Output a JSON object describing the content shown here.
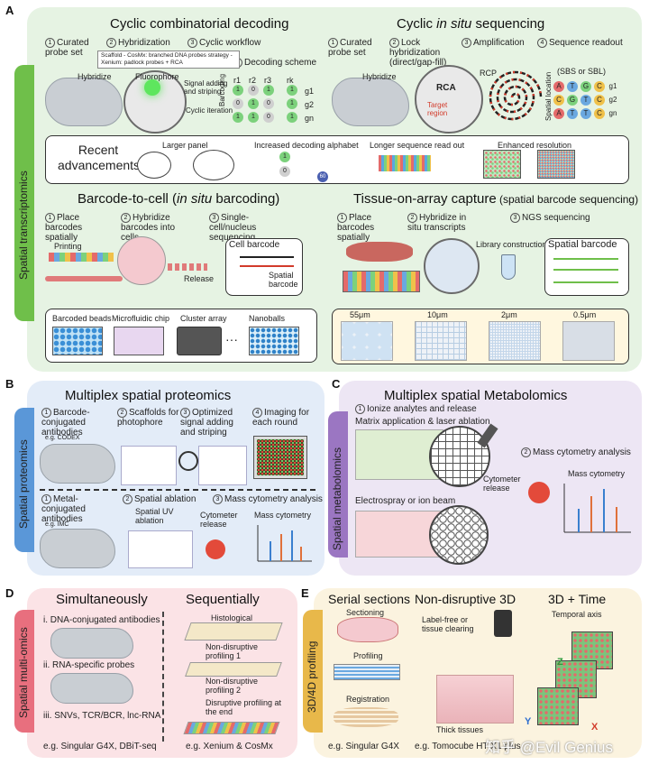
{
  "panelA": {
    "letter": "A",
    "side_label": "Spatial transcriptomics",
    "cyclic_decoding": {
      "title": "Cyclic combinatorial decoding",
      "steps": [
        "Curated probe set",
        "Hybridization",
        "Cyclic workflow",
        "Decoding scheme"
      ],
      "hybridize": "Hybridize",
      "strategy_note": "Scaffold - CosMx: branched DNA probes strategy - Xenium: padlock probes + RCA",
      "fluorophore": "Fluorophore",
      "signal_text": "Signal adding and striping",
      "cyclic_iteration": "Cyclic iteration",
      "barcoding": "Barcoding",
      "rounds": [
        "r1",
        "r2",
        "r3",
        "rk"
      ],
      "genes": [
        "g1",
        "g2",
        "gn"
      ],
      "codes": [
        [
          "1",
          "0",
          "1",
          "1"
        ],
        [
          "0",
          "1",
          "0",
          "1"
        ],
        [
          "1",
          "1",
          "0",
          "1"
        ]
      ]
    },
    "cyclic_seq": {
      "title_pre": "Cyclic ",
      "title_italic": "in situ",
      "title_post": " sequencing",
      "steps": [
        "Curated probe set",
        "Lock hybridization (direct/gap-fill)",
        "Amplification",
        "Sequence readout"
      ],
      "hybridize": "Hybridize",
      "rca": "RCA",
      "target": "Target region",
      "rcp": "RCP",
      "sbs": "(SBS or SBL)",
      "spatial_location": "Spatial location",
      "seq_rows": [
        [
          "A",
          "T",
          "G",
          "C",
          "g1"
        ],
        [
          "C",
          "G",
          "T",
          "C",
          "g2"
        ],
        [
          "A",
          "T",
          "T",
          "C",
          "gn"
        ]
      ]
    },
    "advances": {
      "title": "Recent advancements",
      "items": [
        "Larger panel",
        "Increased decoding alphabet",
        "Longer sequence read out",
        "Enhanced resolution"
      ],
      "alphabet": [
        "1",
        "0",
        "60"
      ]
    },
    "barcode_to_cell": {
      "title_pre": "Barcode-to-cell (",
      "title_italic": "in situ",
      "title_post": " barcoding)",
      "steps": [
        "Place barcodes spatially",
        "Hybridize barcodes into cells",
        "Single-cell/nucleus sequencing"
      ],
      "printing": "Printing",
      "release": "Release",
      "cell_barcode": "Cell barcode",
      "spatial_barcode": "Spatial barcode",
      "platforms": [
        "Barcoded beads",
        "Microfluidic chip",
        "Cluster array",
        "Nanoballs"
      ]
    },
    "tissue_array": {
      "title_pre": "Tissue-on-array capture",
      "title_post": " (spatial barcode sequencing)",
      "steps": [
        "Place barcodes spatially",
        "Hybridize in situ transcripts",
        "NGS sequencing"
      ],
      "library": "Library construction",
      "spatial_barcode": "Spatial barcode",
      "resolutions": [
        "55μm",
        "10μm",
        "2μm",
        "0.5μm"
      ]
    }
  },
  "panelB": {
    "letter": "B",
    "side_label": "Spatial proteomics",
    "title": "Multiplex spatial proteomics",
    "top_steps": [
      "Barcode-conjugated antibodies",
      "Scaffolds for photophore",
      "Optimized signal adding and striping",
      "Imaging for each round"
    ],
    "top_example": "e.g. CODEX",
    "bottom_steps": [
      "Metal-conjugated antibodies",
      "Spatial ablation",
      "Mass cytometry analysis"
    ],
    "bottom_example": "e.g. IMC",
    "uv": "Spatial UV ablation",
    "release": "Cytometer release",
    "mass": "Mass cytometry"
  },
  "panelC": {
    "letter": "C",
    "side_label": "Spatial metabolomics",
    "title": "Multiplex spatial Metabolomics",
    "steps": [
      "Ionize analytes and release",
      "Mass cytometry analysis"
    ],
    "matrix": "Matrix application & laser ablation",
    "electrospray": "Electrospray or ion beam",
    "release": "Cytometer release",
    "mass": "Mass cytometry"
  },
  "panelD": {
    "letter": "D",
    "side_label": "Spatial multi-omics",
    "sim_title": "Simultaneously",
    "seq_title": "Sequentially",
    "sim_items": [
      "i. DNA-conjugated antibodies",
      "ii. RNA-specific probes",
      "iii. SNVs, TCR/BCR, lnc-RNA"
    ],
    "seq_items": [
      "Histological",
      "Non-disruptive profiling 1",
      "Non-disruptive profiling 2",
      "Disruptive profiling at the end"
    ],
    "sim_example": "e.g. Singular G4X, DBiT-seq",
    "seq_example": "e.g. Xenium & CosMx"
  },
  "panelE": {
    "letter": "E",
    "side_label": "3D/4D profiling",
    "serial_title": "Serial sections",
    "nd_title": "Non-disruptive 3D",
    "time_title": "3D + Time",
    "sectioning": "Sectioning",
    "profiling": "Profiling",
    "registration": "Registration",
    "label_free": "Label-free or tissue clearing",
    "thick": "Thick tissues",
    "temporal": "Temporal axis",
    "axes": [
      "Z",
      "Y",
      "X"
    ],
    "serial_example": "e.g. Singular G4X",
    "nd_example": "e.g. Tomocube HT-X1 plus"
  },
  "watermark": "知乎 @Evil Genius",
  "colors": {
    "green_panel": "#e6f3e3",
    "green_tab": "#6fbf4a",
    "blue_panel": "#e3ecf8",
    "blue_tab": "#5a97d8",
    "purple_panel": "#ede6f4",
    "purple_tab": "#9b76c2",
    "pink_panel": "#fbe3e6",
    "pink_tab": "#e86f7e",
    "yellow_panel": "#fbf3df",
    "yellow_tab": "#e8b84a"
  }
}
